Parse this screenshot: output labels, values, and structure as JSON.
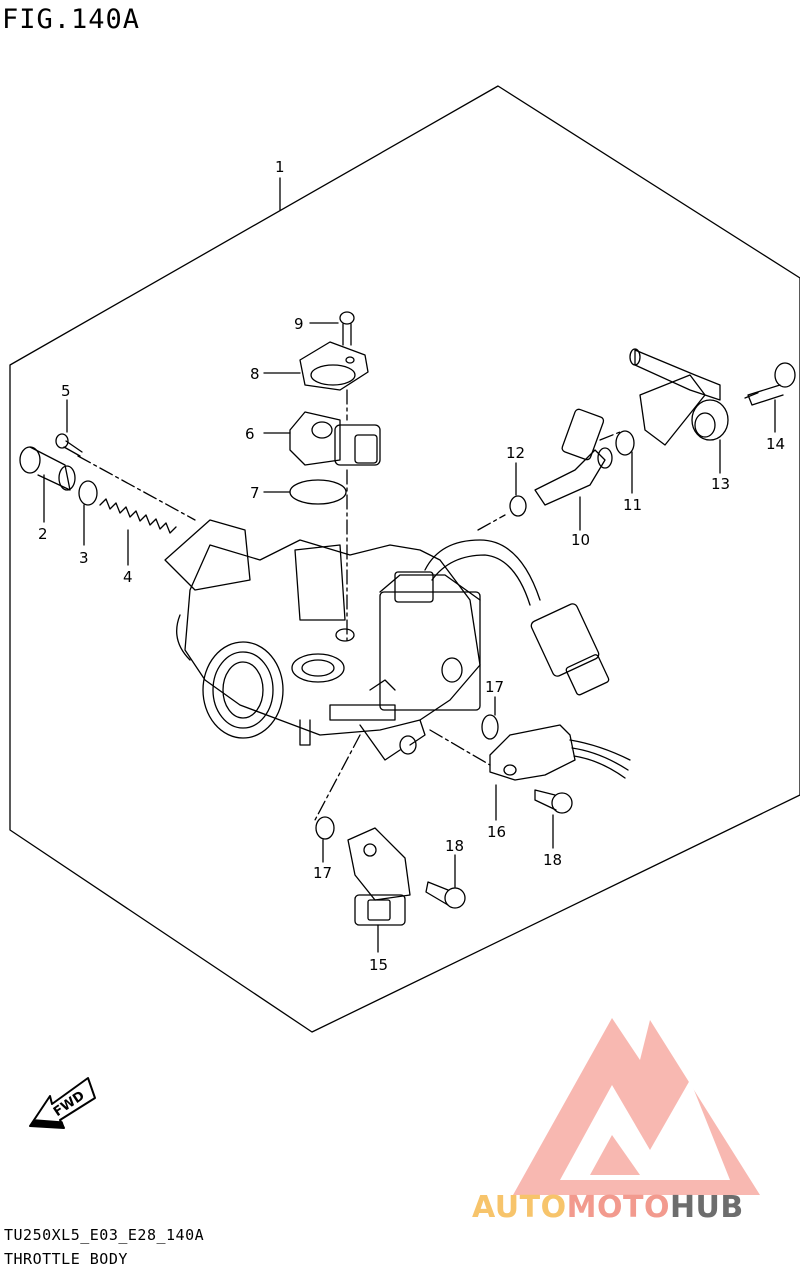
{
  "figure": {
    "title": "FIG.140A",
    "code": "TU250XL5_E03_E28_140A",
    "name": "THROTTLE BODY"
  },
  "fwd_label": "FWD",
  "parts": [
    {
      "id": "p1",
      "label": "1"
    },
    {
      "id": "p2",
      "label": "2"
    },
    {
      "id": "p3",
      "label": "3"
    },
    {
      "id": "p4",
      "label": "4"
    },
    {
      "id": "p5",
      "label": "5"
    },
    {
      "id": "p6",
      "label": "6"
    },
    {
      "id": "p7",
      "label": "7"
    },
    {
      "id": "p8",
      "label": "8"
    },
    {
      "id": "p9",
      "label": "9"
    },
    {
      "id": "p10",
      "label": "10"
    },
    {
      "id": "p11",
      "label": "11"
    },
    {
      "id": "p12",
      "label": "12"
    },
    {
      "id": "p13",
      "label": "13"
    },
    {
      "id": "p14",
      "label": "14"
    },
    {
      "id": "p15",
      "label": "15"
    },
    {
      "id": "p16",
      "label": "16"
    },
    {
      "id": "p17a",
      "label": "17"
    },
    {
      "id": "p17b",
      "label": "17"
    },
    {
      "id": "p18a",
      "label": "18"
    },
    {
      "id": "p18b",
      "label": "18"
    }
  ],
  "watermark": {
    "auto": "AUTO",
    "moto": "MOTO",
    "hub": "HUB",
    "colors": {
      "auto": "#f7c46b",
      "moto": "#f29a8e",
      "hub": "#6d6d6d"
    }
  }
}
